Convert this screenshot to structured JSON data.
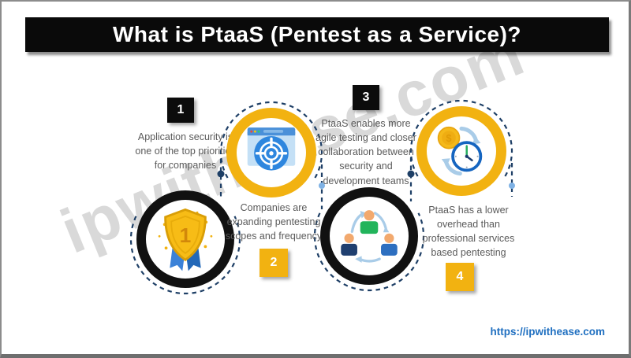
{
  "title": "What is PtaaS (Pentest as a Service)?",
  "watermark": "ipwithease.com",
  "footer": {
    "link": "https://ipwithease.com"
  },
  "steps": [
    {
      "number": "1",
      "text": "Application security is one of the top priorities for companies",
      "icon": "award-shield-icon",
      "badge_color": "black",
      "ring_color": "black"
    },
    {
      "number": "2",
      "text": "Companies are expanding pentesting scopes and frequency",
      "icon": "browser-target-icon",
      "badge_color": "yellow",
      "ring_color": "yellow"
    },
    {
      "number": "3",
      "text": "PtaaS enables more agile testing and closer collaboration between security and development teams",
      "icon": "team-collaboration-icon",
      "badge_color": "black",
      "ring_color": "black"
    },
    {
      "number": "4",
      "text": "PtaaS has a lower overhead than professional services based pentesting",
      "icon": "time-cost-icon",
      "badge_color": "yellow",
      "ring_color": "yellow"
    }
  ],
  "theme": {
    "accent_yellow": "#F2B211",
    "ring_black": "#111111",
    "dashed_blue": "#1E3F66",
    "dot_light_blue": "#7FB2E5",
    "text_gray": "#5a5a5a",
    "link_blue": "#1F6FC0",
    "title_bg": "#0A0A0A",
    "title_fg": "#FFFFFF"
  }
}
